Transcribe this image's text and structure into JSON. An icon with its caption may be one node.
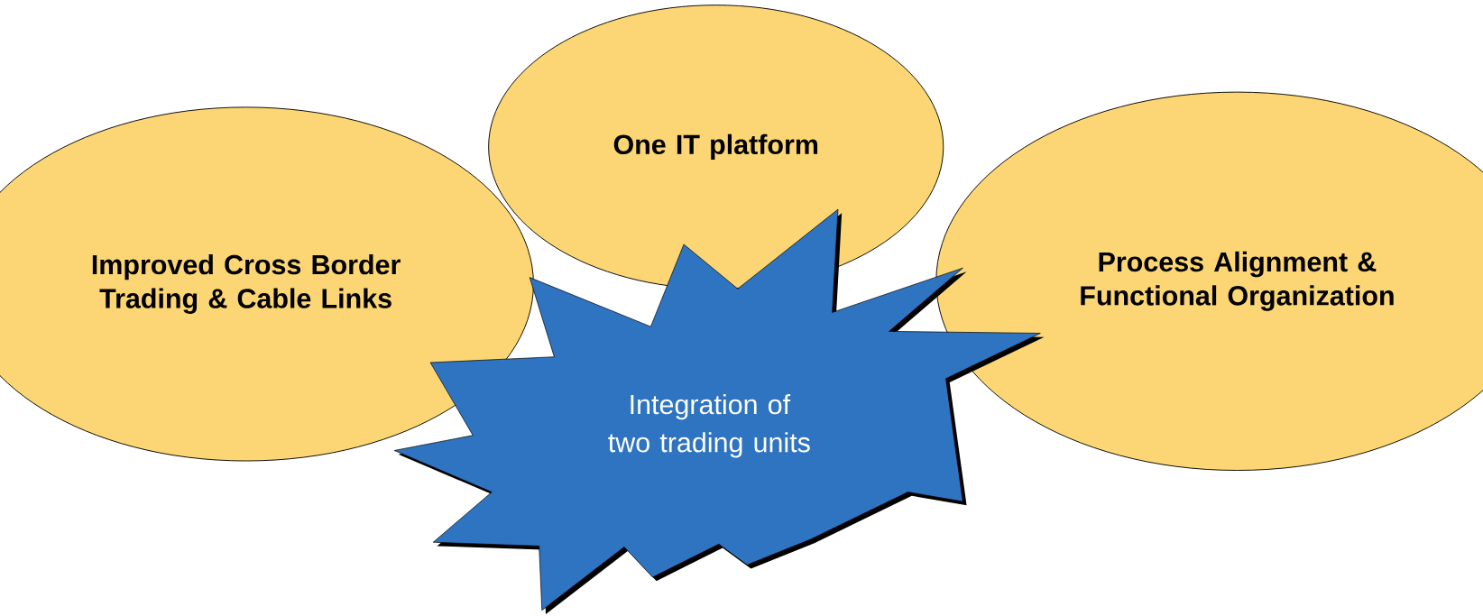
{
  "diagram": {
    "nodes": [
      {
        "text": [
          "Improved Cross Border Trading & Cable Links"
        ]
      },
      {
        "text": [
          "One IT platform"
        ]
      },
      {
        "text": [
          "Process Alignment & Functional Organization"
        ]
      },
      {
        "text": [
          "Integration of two trading units"
        ]
      }
    ]
  }
}
